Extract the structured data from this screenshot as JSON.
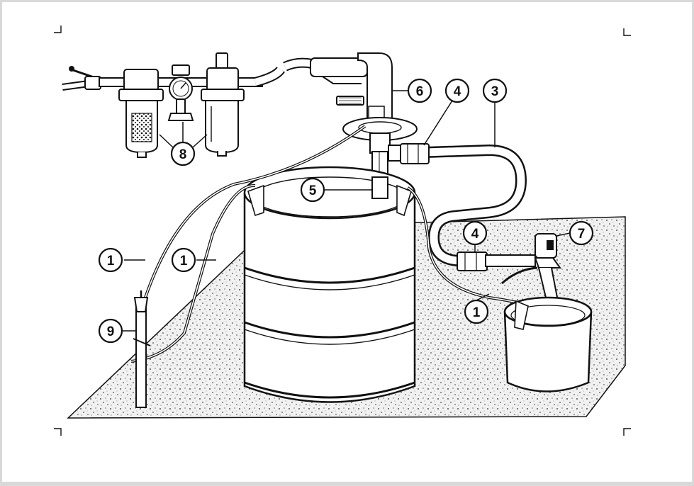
{
  "colors": {
    "background": "#d9d9d9",
    "paper": "#ffffff",
    "ink": "#111111",
    "floor": "#ececec"
  },
  "callouts": {
    "c1a": "1",
    "c1b": "1",
    "c1c": "1",
    "c3": "3",
    "c4a": "4",
    "c4b": "4",
    "c5": "5",
    "c6": "6",
    "c7": "7",
    "c8": "8",
    "c9": "9"
  }
}
